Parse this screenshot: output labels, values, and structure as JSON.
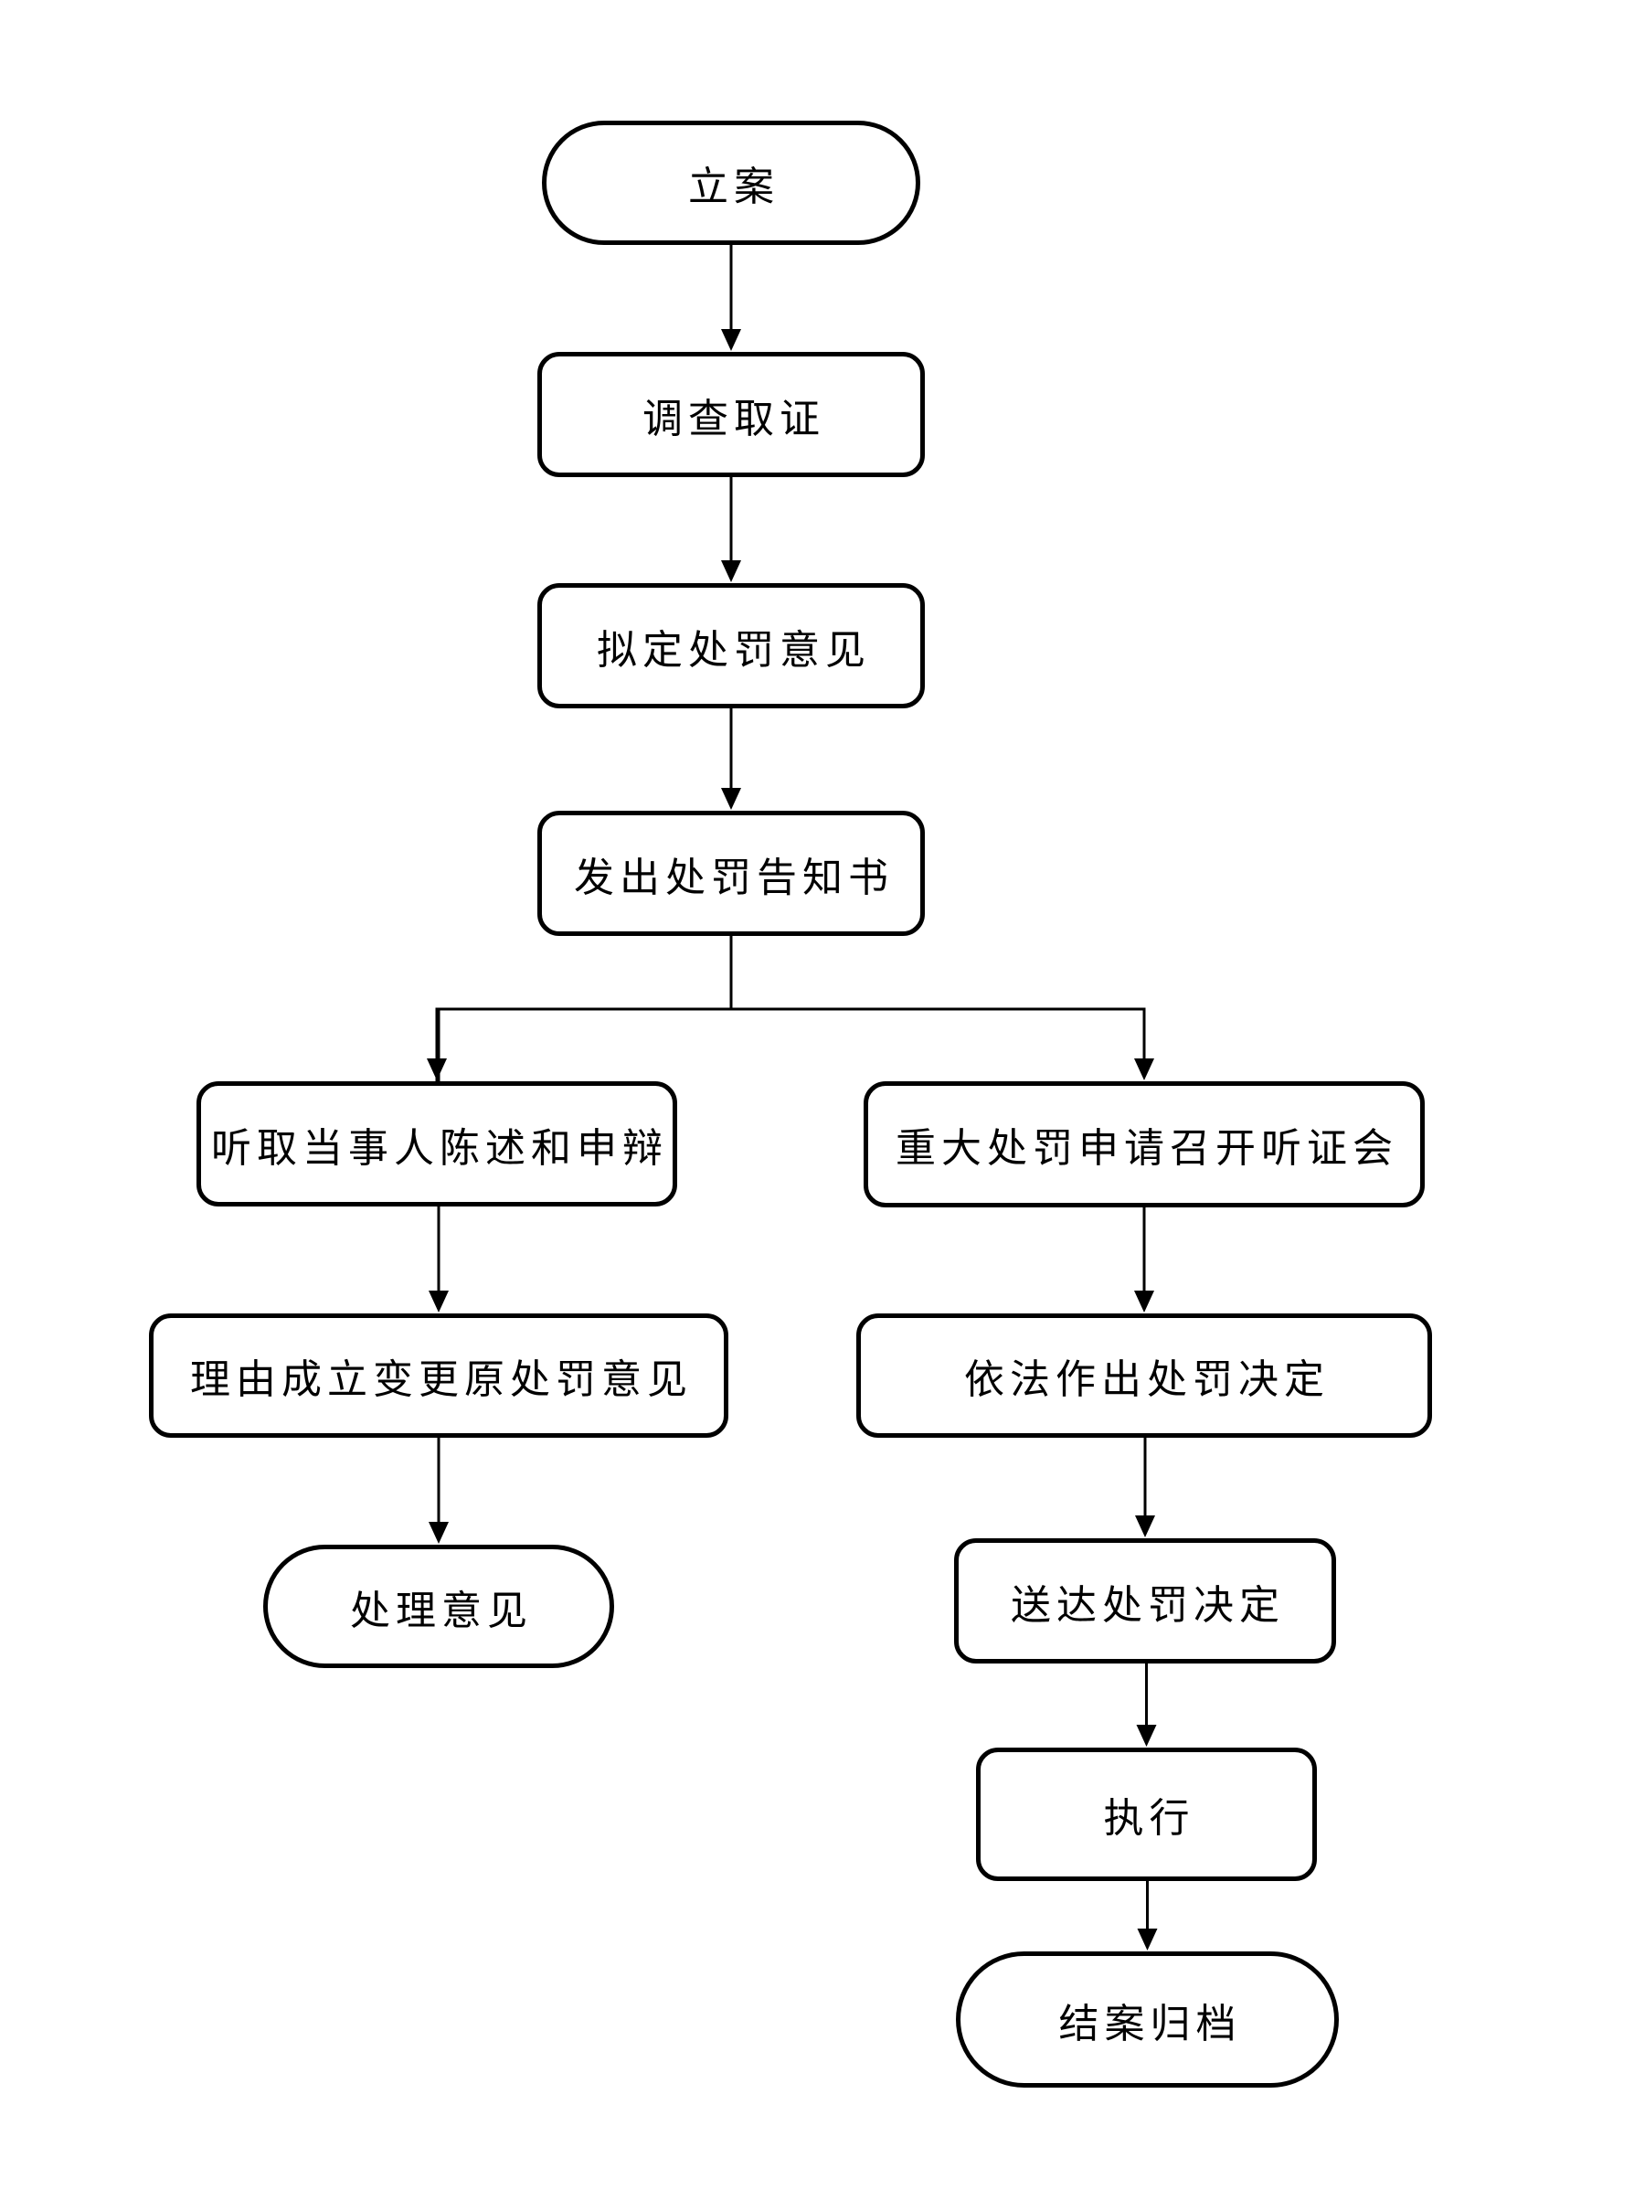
{
  "diagram": {
    "type": "flowchart",
    "colors": {
      "stroke": "#000000",
      "node_fill": "#ffffff",
      "background": "#ffffff",
      "text": "#000000"
    },
    "nodes": [
      {
        "id": "li-an",
        "label": "立案",
        "shape": "stadium"
      },
      {
        "id": "diaocha-quzheng",
        "label": "调查取证",
        "shape": "rect"
      },
      {
        "id": "niding-chufa-yijian",
        "label": "拟定处罚意见",
        "shape": "rect"
      },
      {
        "id": "fachu-chufa-gaozhishu",
        "label": "发出处罚告知书",
        "shape": "rect"
      },
      {
        "id": "tingqu-chenshu-he-shenbian",
        "label": "听取当事人陈述和申辩",
        "shape": "rect"
      },
      {
        "id": "liyou-chengli-biangeng-chufa-yijian",
        "label": "理由成立变更原处罚意见",
        "shape": "rect"
      },
      {
        "id": "chuli-yijian",
        "label": "处理意见",
        "shape": "stadium"
      },
      {
        "id": "zhongda-chufa-tingzhenghui",
        "label": "重大处罚申请召开听证会",
        "shape": "rect"
      },
      {
        "id": "yifa-zuochu-chufa-jueding",
        "label": "依法作出处罚决定",
        "shape": "rect"
      },
      {
        "id": "songda-chufa-jueding",
        "label": "送达处罚决定",
        "shape": "rect"
      },
      {
        "id": "zhi-xing",
        "label": "执行",
        "shape": "rect"
      },
      {
        "id": "jiean-guidang",
        "label": "结案归档",
        "shape": "stadium"
      }
    ],
    "edges": [
      {
        "from": "li-an",
        "to": "diaocha-quzheng"
      },
      {
        "from": "diaocha-quzheng",
        "to": "niding-chufa-yijian"
      },
      {
        "from": "niding-chufa-yijian",
        "to": "fachu-chufa-gaozhishu"
      },
      {
        "from": "fachu-chufa-gaozhishu",
        "to": "tingqu-chenshu-he-shenbian"
      },
      {
        "from": "fachu-chufa-gaozhishu",
        "to": "zhongda-chufa-tingzhenghui"
      },
      {
        "from": "tingqu-chenshu-he-shenbian",
        "to": "liyou-chengli-biangeng-chufa-yijian"
      },
      {
        "from": "liyou-chengli-biangeng-chufa-yijian",
        "to": "chuli-yijian"
      },
      {
        "from": "zhongda-chufa-tingzhenghui",
        "to": "yifa-zuochu-chufa-jueding"
      },
      {
        "from": "yifa-zuochu-chufa-jueding",
        "to": "songda-chufa-jueding"
      },
      {
        "from": "songda-chufa-jueding",
        "to": "zhi-xing"
      },
      {
        "from": "zhi-xing",
        "to": "jiean-guidang"
      }
    ]
  }
}
